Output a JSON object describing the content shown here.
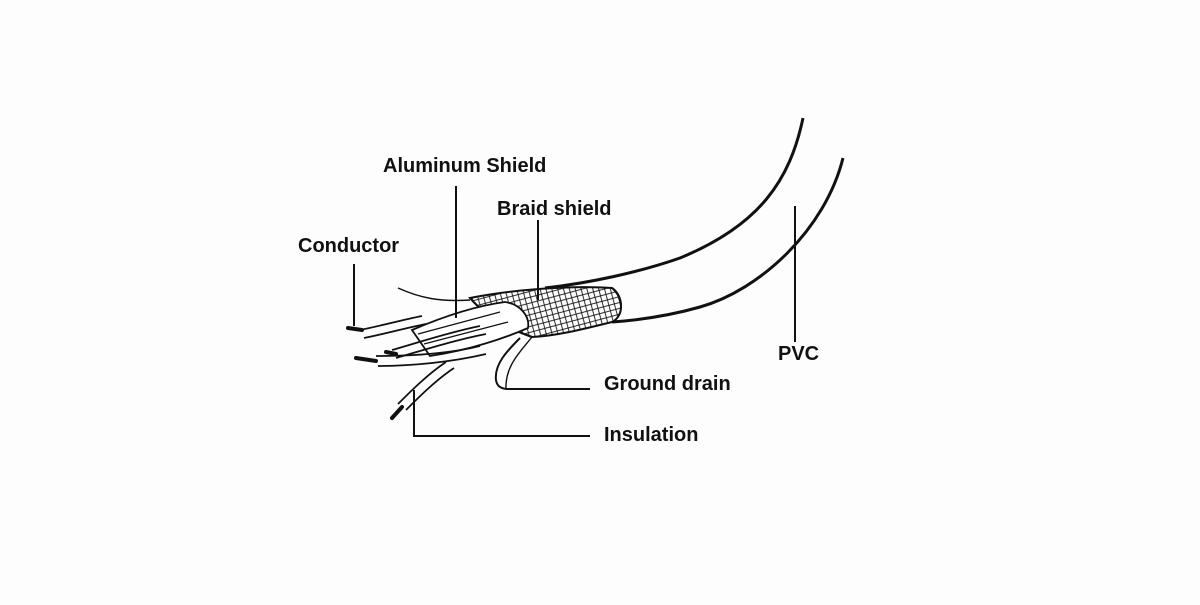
{
  "diagram": {
    "labels": {
      "aluminum_shield": "Aluminum Shield",
      "braid_shield": "Braid shield",
      "conductor": "Conductor",
      "pvc": "PVC",
      "ground_drain": "Ground drain",
      "insulation": "Insulation"
    },
    "colors": {
      "background": "#fdfdfd",
      "line": "#111111",
      "fill": "#ffffff"
    }
  }
}
